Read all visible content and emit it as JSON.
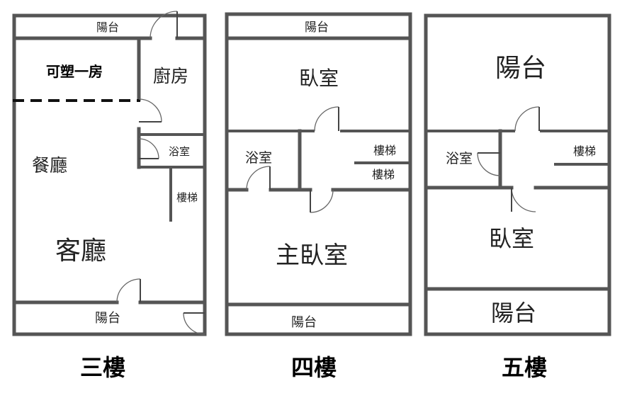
{
  "floors": [
    {
      "title": "三樓",
      "rooms": {
        "balcony_top": "陽台",
        "flex_room": "可塑一房",
        "kitchen": "廚房",
        "bathroom": "浴室",
        "dining": "餐廳",
        "stairs": "樓梯",
        "living": "客廳",
        "balcony_bottom": "陽台"
      }
    },
    {
      "title": "四樓",
      "rooms": {
        "balcony_top": "陽台",
        "bedroom": "臥室",
        "bathroom": "浴室",
        "stairs_1": "樓梯",
        "stairs_2": "樓梯",
        "master_bedroom": "主臥室",
        "balcony_bottom": "陽台"
      }
    },
    {
      "title": "五樓",
      "rooms": {
        "balcony_top": "陽台",
        "bathroom": "浴室",
        "stairs": "樓梯",
        "bedroom": "臥室",
        "balcony_bottom": "陽台"
      }
    }
  ]
}
